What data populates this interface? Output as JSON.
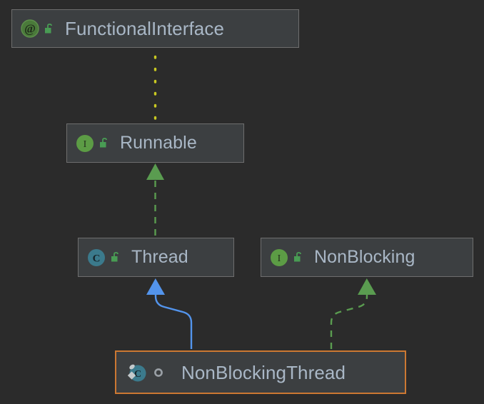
{
  "diagram": {
    "type": "uml-class-hierarchy",
    "background_color": "#2b2b2b",
    "node_fill_color": "#3c3f41",
    "node_border_color": "#6e6e6e",
    "label_color": "#a9b7c6",
    "selection_border_color": "#cc7832",
    "nodes": [
      {
        "id": "functional-interface",
        "label": "FunctionalInterface",
        "kind": "annotation",
        "type_icon": "annotation-at-icon",
        "type_icon_glyph": "@",
        "type_icon_color": "#4a7a3a",
        "visibility_icon": "public-unlocked-padlock-icon",
        "visibility_icon_color": "#499c54",
        "selected": false
      },
      {
        "id": "runnable",
        "label": "Runnable",
        "kind": "interface",
        "type_icon": "interface-i-icon",
        "type_icon_glyph": "I",
        "type_icon_color": "#5c9c45",
        "visibility_icon": "public-unlocked-padlock-icon",
        "visibility_icon_color": "#499c54",
        "selected": false
      },
      {
        "id": "thread",
        "label": "Thread",
        "kind": "class",
        "type_icon": "class-c-icon",
        "type_icon_glyph": "C",
        "type_icon_color": "#3b7a8c",
        "visibility_icon": "public-unlocked-padlock-icon",
        "visibility_icon_color": "#499c54",
        "selected": false
      },
      {
        "id": "nonblocking",
        "label": "NonBlocking",
        "kind": "interface",
        "type_icon": "interface-i-icon",
        "type_icon_glyph": "I",
        "type_icon_color": "#5c9c45",
        "visibility_icon": "public-unlocked-padlock-icon",
        "visibility_icon_color": "#499c54",
        "selected": false
      },
      {
        "id": "nonblockingthread",
        "label": "NonBlockingThread",
        "kind": "class",
        "type_icon": "class-c-sparkle-icon",
        "type_icon_glyph": "C",
        "type_icon_color": "#3b7a8c",
        "visibility_icon": "package-private-circle-icon",
        "visibility_icon_color": "#9aa0a6",
        "selected": true
      }
    ],
    "edges": [
      {
        "id": "edge-annotation",
        "from": "runnable",
        "to": "functional-interface",
        "relation": "annotated-by",
        "style": "dotted",
        "color": "#c8c822",
        "arrowhead": "none"
      },
      {
        "id": "edge-thread-implements-runnable",
        "from": "thread",
        "to": "runnable",
        "relation": "implements",
        "style": "dashed",
        "color": "#5a9c50",
        "arrowhead": "solid-triangle"
      },
      {
        "id": "edge-nbt-extends-thread",
        "from": "nonblockingthread",
        "to": "thread",
        "relation": "extends",
        "style": "solid",
        "color": "#5394ec",
        "arrowhead": "solid-triangle"
      },
      {
        "id": "edge-nbt-implements-nonblocking",
        "from": "nonblockingthread",
        "to": "nonblocking",
        "relation": "implements",
        "style": "dashed",
        "color": "#5a9c50",
        "arrowhead": "solid-triangle"
      }
    ]
  }
}
